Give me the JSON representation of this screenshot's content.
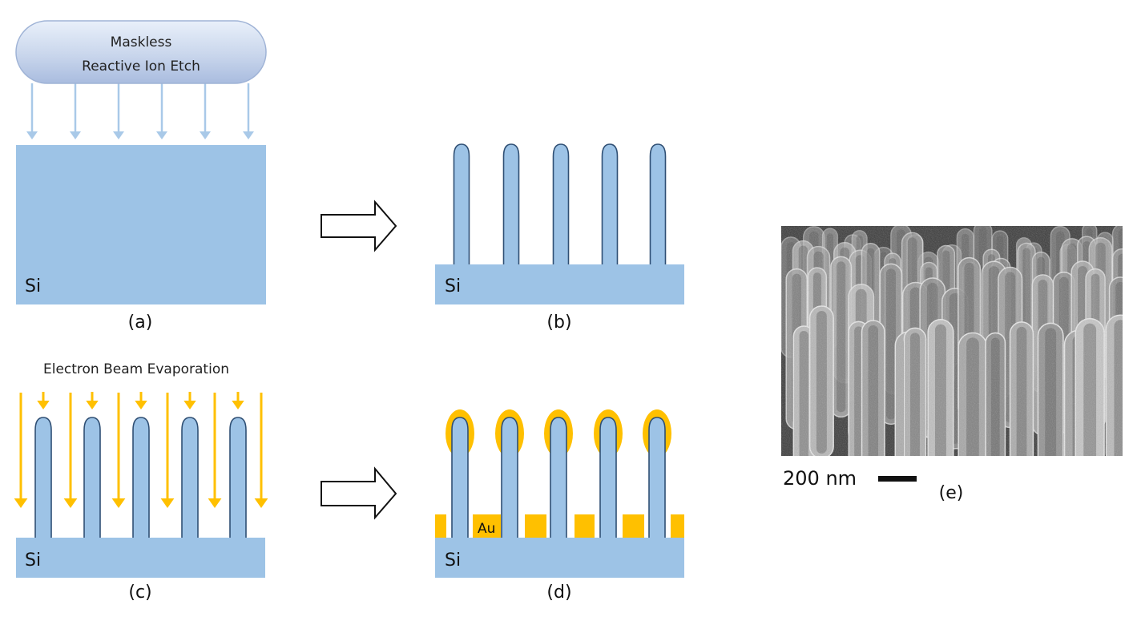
{
  "panel_a": {
    "etch_label_line1": "Maskless",
    "etch_label_line2": "Reactive Ion Etch",
    "substrate_label": "Si",
    "caption": "(a)",
    "arrow_color": "#a9c9e8"
  },
  "panel_b": {
    "substrate_label": "Si",
    "caption": "(b)",
    "nanowire_count": 5
  },
  "panel_c": {
    "process_label": "Electron Beam Evaporation",
    "substrate_label": "Si",
    "caption": "(c)",
    "nanowire_count": 5,
    "arrow_color": "#ffc000"
  },
  "panel_d": {
    "gold_label": "Au",
    "substrate_label": "Si",
    "caption": "(d)",
    "nanowire_count": 5
  },
  "panel_e": {
    "scale_bar_label": "200 nm",
    "caption": "(e)",
    "image_type": "SEM micrograph of silicon nanowires (grayscale)"
  },
  "colors": {
    "silicon": "#9dc3e6",
    "silicon_outline": "#2f4f74",
    "gold": "#ffc000"
  }
}
